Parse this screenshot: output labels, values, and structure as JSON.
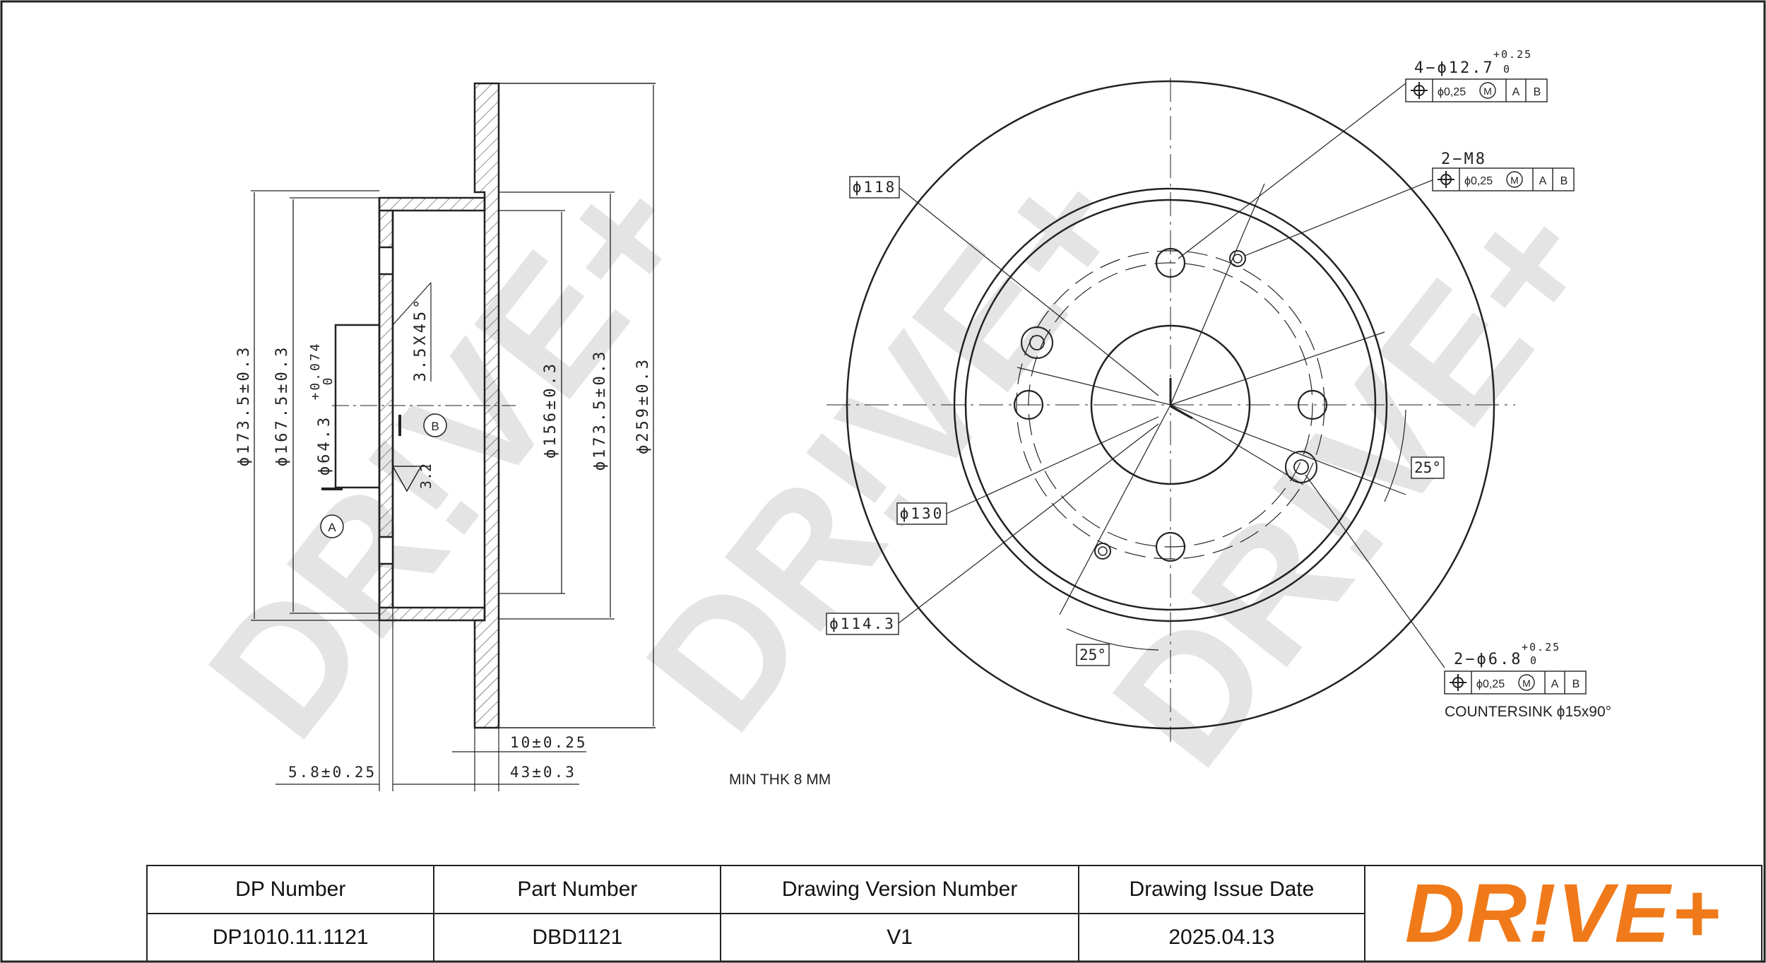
{
  "watermark": "DR!VE+",
  "side_view": {
    "dims": {
      "d173": "ϕ173.5±0.3",
      "d167": "ϕ167.5±0.3",
      "d64": "ϕ64.3",
      "d64_tol_upper": "+0.074",
      "d64_tol_lower": "0",
      "chamfer": "3.5X45°",
      "roughness": "3.2",
      "d156": "ϕ156±0.3",
      "d173b": "ϕ173.5±0.3",
      "d259": "ϕ259±0.3",
      "thick10": "10±0.25",
      "offset58": "5.8±0.25",
      "height43": "43±0.3"
    },
    "datum_a": "A",
    "datum_b": "B",
    "min_thk": "MIN THK 8 MM"
  },
  "front_view": {
    "d118": "ϕ118",
    "d130": "ϕ130",
    "d1143": "ϕ114.3",
    "angle1": "25°",
    "angle2": "25°",
    "holes1": {
      "label": "4−ϕ12.7",
      "tol_upper": "+0.25",
      "tol_lower": "0",
      "tolerance": "ϕ0,25",
      "mod": "M",
      "ref1": "A",
      "ref2": "B"
    },
    "holes2": {
      "label": "2−M8",
      "tolerance": "ϕ0,25",
      "mod": "M",
      "ref1": "A",
      "ref2": "B"
    },
    "holes3": {
      "label": "2−ϕ6.8",
      "tol_upper": "+0.25",
      "tol_lower": "0",
      "tolerance": "ϕ0,25",
      "mod": "M",
      "ref1": "A",
      "ref2": "B",
      "note": "COUNTERSINK ϕ15x90°"
    }
  },
  "title_block": {
    "headers": [
      "DP Number",
      "Part Number",
      "Drawing Version Number",
      "Drawing Issue Date"
    ],
    "values": [
      "DP1010.11.1121",
      "DBD1121",
      "V1",
      "2025.04.13"
    ],
    "logo": "DR!VE+"
  },
  "colors": {
    "line": "#222222",
    "watermark": "#e4e4e4",
    "brand": "#f07a1a"
  }
}
